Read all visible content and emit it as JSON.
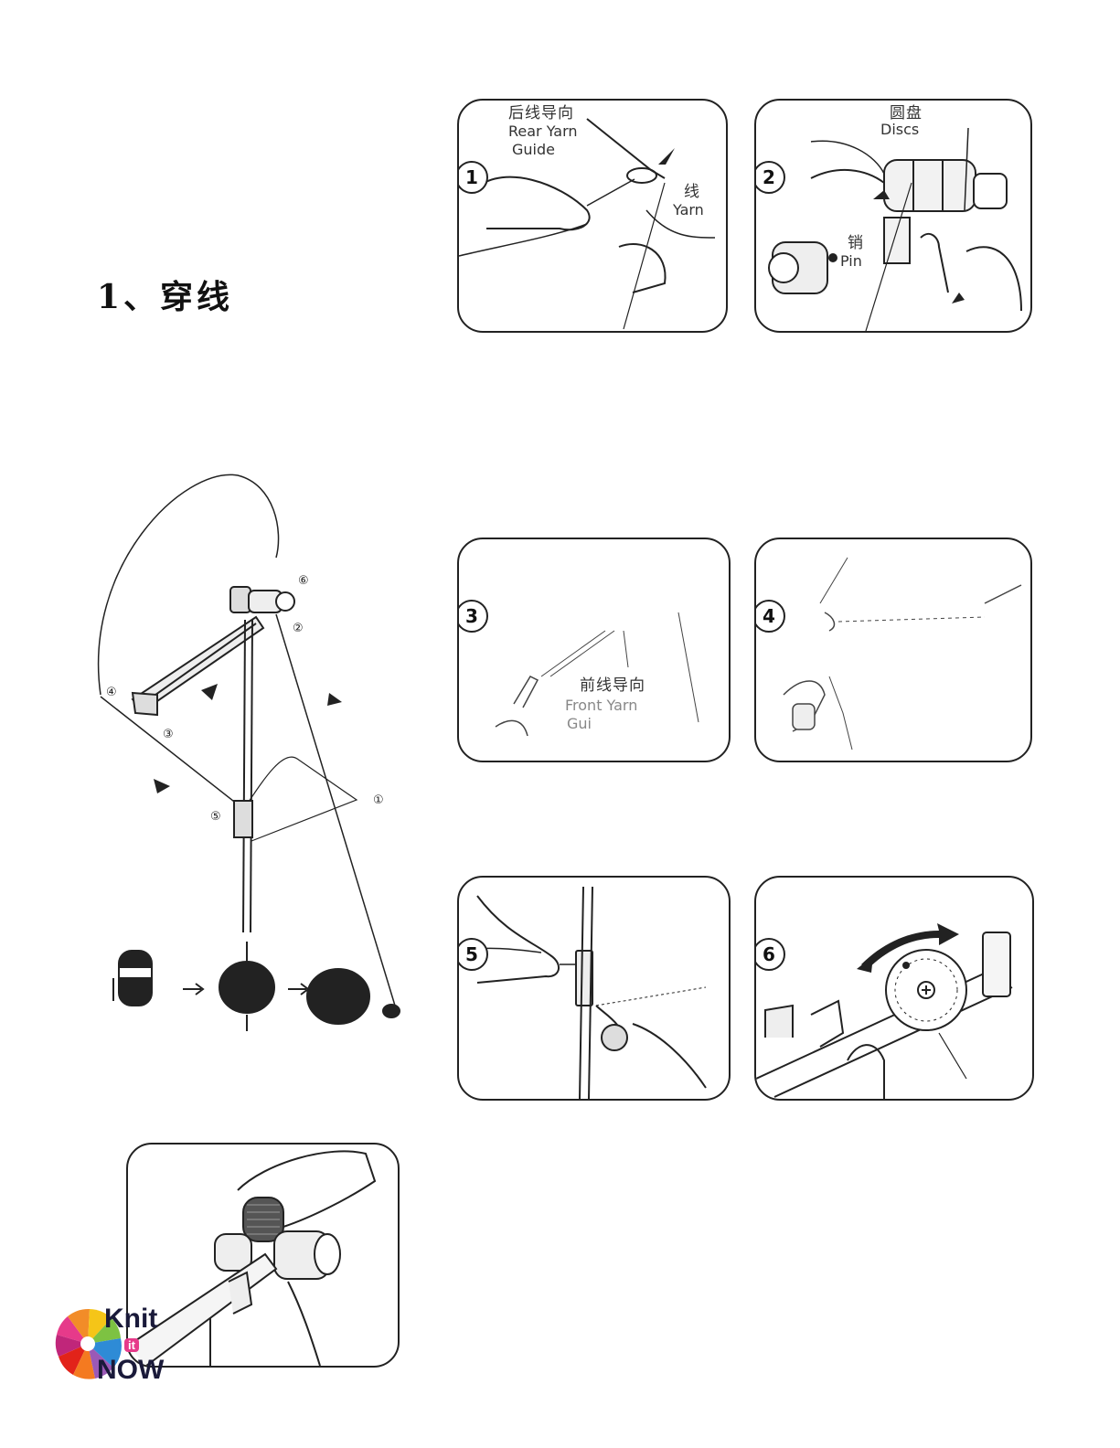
{
  "section": {
    "title": "1、穿线"
  },
  "panels": {
    "p1": {
      "step": "1",
      "label_cn": "后线导向",
      "label_en_1": "Rear Yarn",
      "label_en_2": "Guide",
      "yarn_cn": "线",
      "yarn_en": "Yarn"
    },
    "p2": {
      "step": "2",
      "discs_cn": "圆盘",
      "discs_en": "Discs",
      "pin_cn": "销",
      "pin_en": "Pin"
    },
    "p3": {
      "step": "3",
      "label_cn": "前线导向",
      "label_en_1": "Front Yarn",
      "label_en_2": "Gui"
    },
    "p4": {
      "step": "4"
    },
    "p5": {
      "step": "5"
    },
    "p6": {
      "step": "6"
    }
  },
  "diagram": {
    "markers": [
      "①",
      "②",
      "③",
      "④",
      "⑤",
      "⑥"
    ]
  },
  "logo": {
    "line1": "Knit",
    "line2": "it",
    "line3": "NOW"
  },
  "colors": {
    "ink": "#222222",
    "logo_dark": "#1a1a3a"
  }
}
